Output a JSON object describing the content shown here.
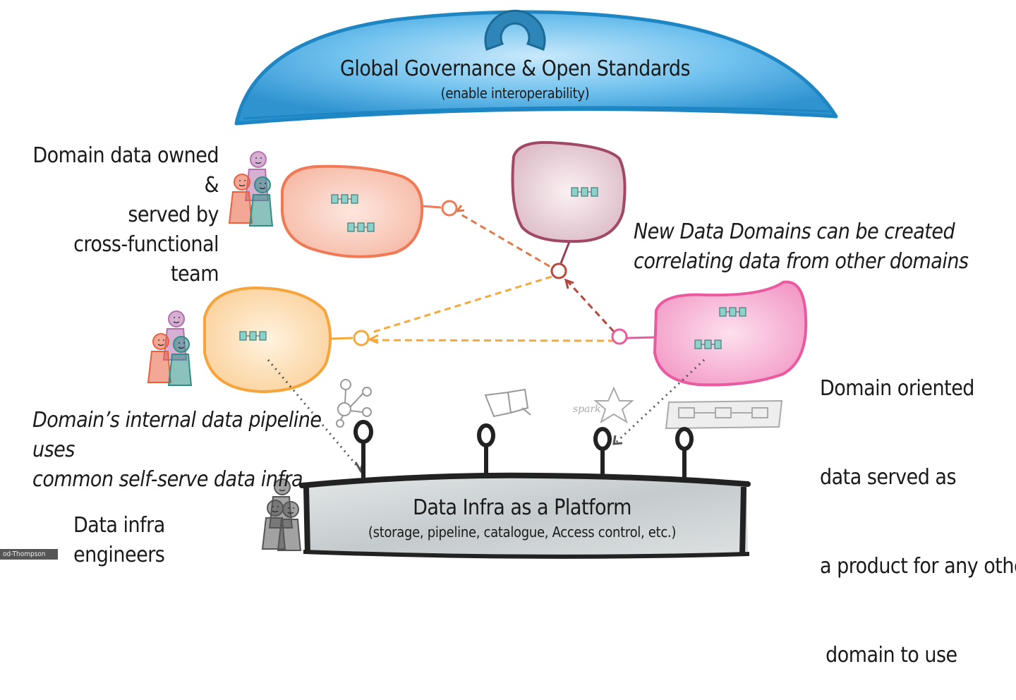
{
  "governance": {
    "title": "Global Governance & Open Standards",
    "subtitle": "(enable interoperability)"
  },
  "labels": {
    "domain_owned": [
      "Domain data owned &",
      "served by",
      "cross-functional team"
    ],
    "new_domains": [
      "New Data Domains can be created",
      "correlating data from other domains"
    ],
    "domain_oriented": [
      "Domain oriented",
      "data served as",
      "a product for any other",
      " domain to use"
    ],
    "internal_pipeline": [
      "Domain’s internal data pipeline uses",
      "common self-serve data infra"
    ],
    "infra_engineers": "Data infra engineers"
  },
  "platform": {
    "title": "Data Infra as a Platform",
    "subtitle": "(storage, pipeline, catalogue, Access control, etc.)"
  },
  "tools": {
    "spark": "spark"
  },
  "credit": "od-Thompson",
  "colors": {
    "governance": "#3aa3dd",
    "domain_top_left": "#f07a55",
    "domain_top_center": "#a04866",
    "domain_left": "#f6a43c",
    "domain_right": "#ea5aa0",
    "platform": "#b9c0c2",
    "connector_red": "#b5483a",
    "connector_orange": "#f4a93a",
    "node_teal": "#4c9e9a"
  }
}
